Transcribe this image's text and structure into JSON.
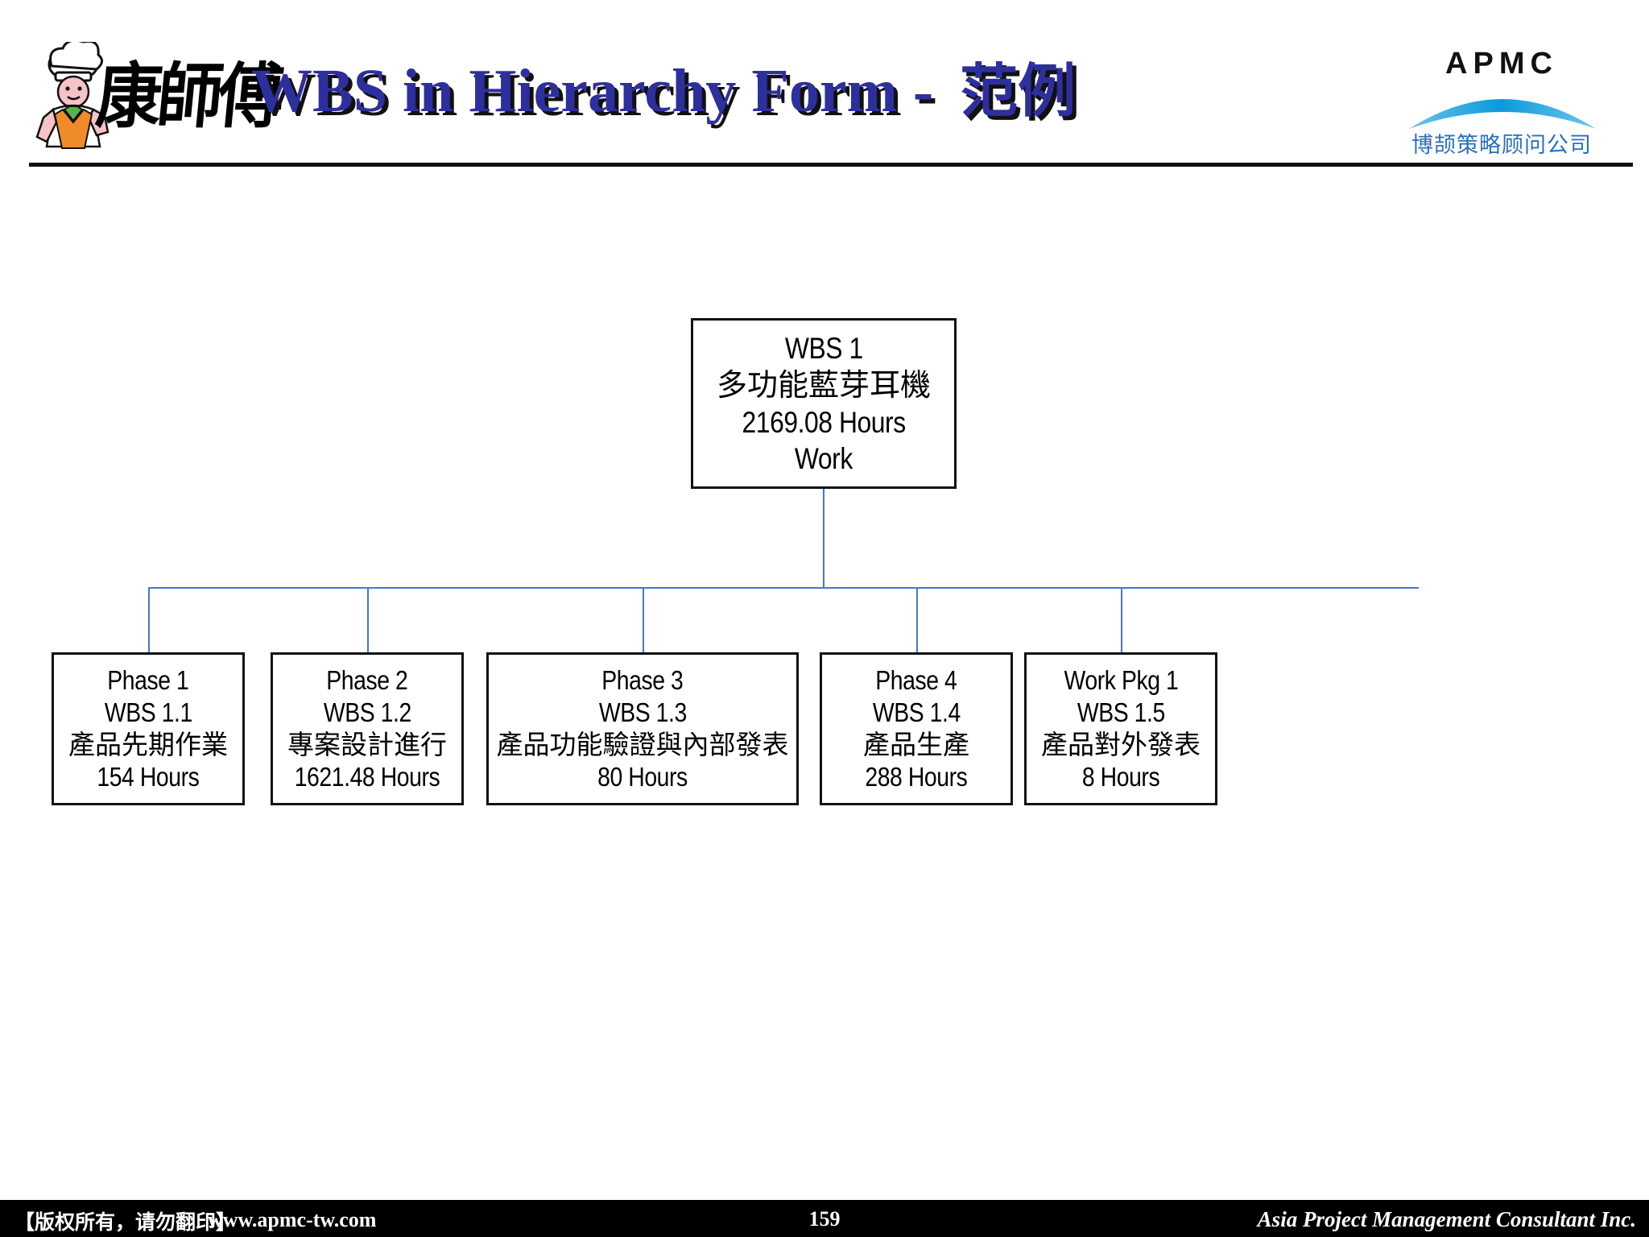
{
  "header": {
    "mascot_icon": "chef-mascot-icon",
    "brand_calligraphy": "康師傅",
    "title_en": "WBS in Hierarchy Form - ",
    "title_cn": "范例",
    "title_color": "#2e2f9e",
    "logo": {
      "wordmark": "APMC",
      "arc_icon": "blue-arc-icon",
      "arc_color": "#29a3dc",
      "subtitle": "博颉策略顾问公司",
      "subtitle_color": "#2b6fbd"
    }
  },
  "diagram": {
    "connector_color": "#4a77c4",
    "root": {
      "id": "WBS 1",
      "lines": [
        "WBS 1",
        "多功能藍芽耳機",
        "2169.08 Hours",
        "Work"
      ]
    },
    "children": [
      {
        "name": "Phase 1",
        "wbs": "WBS 1.1",
        "desc": "產品先期作業",
        "hours": "154 Hours"
      },
      {
        "name": "Phase 2",
        "wbs": "WBS 1.2",
        "desc": "專案設計進行",
        "hours": "1621.48 Hours"
      },
      {
        "name": "Phase 3",
        "wbs": "WBS 1.3",
        "desc": "產品功能驗證與內部發表",
        "hours": "80 Hours"
      },
      {
        "name": "Phase 4",
        "wbs": "WBS 1.4",
        "desc": "產品生產",
        "hours": "288 Hours"
      },
      {
        "name": "Work Pkg 1",
        "wbs": "WBS 1.5",
        "desc": "產品對外發表",
        "hours": "8 Hours"
      }
    ]
  },
  "footer": {
    "copyright": "【版权所有，请勿翻印】",
    "url": "www.apmc-tw.com",
    "page_number": "159",
    "company": "Asia Project Management Consultant Inc."
  }
}
